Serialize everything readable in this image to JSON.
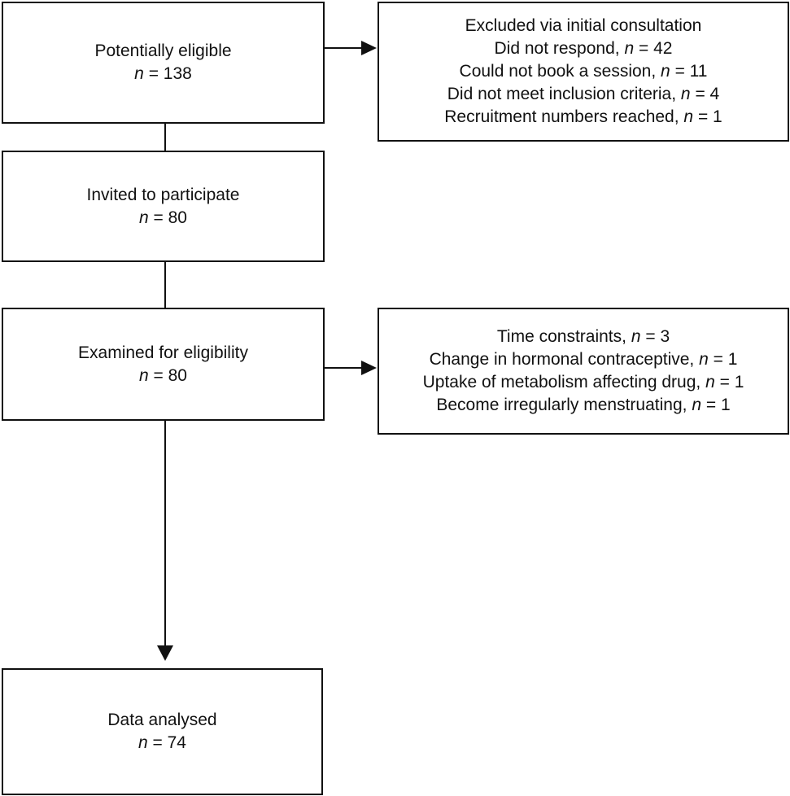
{
  "flow": {
    "potentially_eligible": {
      "label": "Potentially eligible",
      "n_label": "n",
      "n_value": "= 138"
    },
    "invited": {
      "label": "Invited to participate",
      "n_label": "n",
      "n_value": "= 80"
    },
    "examined": {
      "label": "Examined for eligibility",
      "n_label": "n",
      "n_value": "= 80"
    },
    "analysed": {
      "label": "Data analysed",
      "n_label": "n",
      "n_value": "= 74"
    }
  },
  "exclusions_initial": {
    "title": "Excluded via initial consultation",
    "items": [
      {
        "text": "Did not respond,",
        "n_label": "n",
        "n_value": "= 42"
      },
      {
        "text": "Could not book a session,",
        "n_label": "n",
        "n_value": "= 11"
      },
      {
        "text": "Did not meet inclusion criteria,",
        "n_label": "n",
        "n_value": "= 4"
      },
      {
        "text": "Recruitment numbers reached,",
        "n_label": "n",
        "n_value": "= 1"
      }
    ]
  },
  "exclusions_eligibility": {
    "items": [
      {
        "text": "Time constraints,",
        "n_label": "n",
        "n_value": "= 3"
      },
      {
        "text": "Change in hormonal contraceptive,",
        "n_label": "n",
        "n_value": "= 1"
      },
      {
        "text": "Uptake of metabolism affecting drug,",
        "n_label": "n",
        "n_value": "= 1"
      },
      {
        "text": "Become irregularly menstruating,",
        "n_label": "n",
        "n_value": "= 1"
      }
    ]
  },
  "colors": {
    "stroke": "#111111",
    "background": "#ffffff"
  }
}
